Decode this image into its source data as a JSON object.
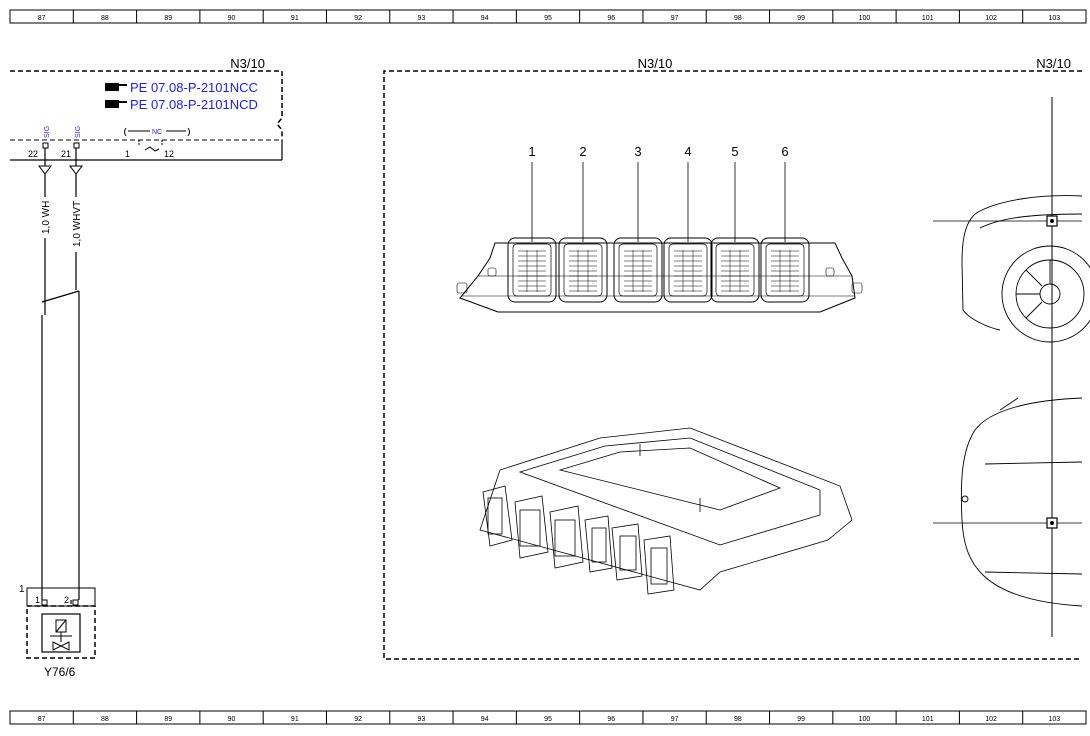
{
  "grid": {
    "columns": [
      "87",
      "88",
      "89",
      "90",
      "91",
      "92",
      "93",
      "94",
      "95",
      "96",
      "97",
      "98",
      "99",
      "100",
      "101",
      "102",
      "103"
    ]
  },
  "left_box": {
    "title": "N3/10",
    "refs": [
      "PE 07.08-P-2101NCC",
      "PE 07.08-P-2101NCD"
    ],
    "pins": [
      {
        "number": "22",
        "signal": "SIG",
        "wire": "1,0 WH"
      },
      {
        "number": "21",
        "signal": "SIG",
        "wire": "1,0 WHVT"
      }
    ],
    "nc": {
      "label": "NC",
      "from": "1",
      "to": "12"
    }
  },
  "component": {
    "label": "Y76/6",
    "ref_number": "1",
    "pins": [
      "1",
      "2"
    ]
  },
  "right_box": {
    "title": "N3/10",
    "title_far": "N3/10",
    "connectors": [
      "1",
      "2",
      "3",
      "4",
      "5",
      "6"
    ]
  }
}
